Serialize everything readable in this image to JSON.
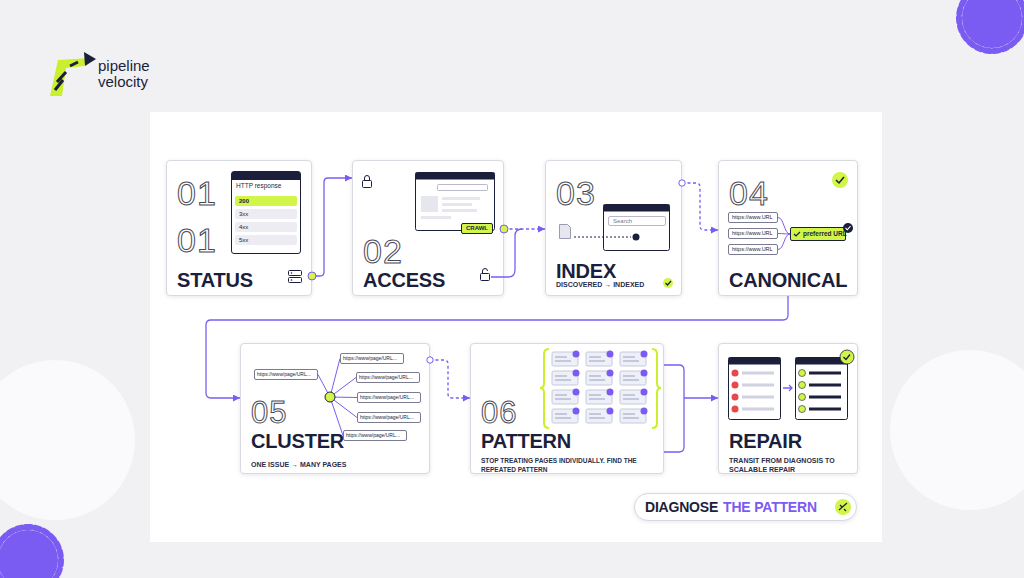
{
  "diagram": {
    "nodes": [
      {
        "text": [
          "01",
          "01",
          "STATUS"
        ]
      },
      {
        "text": [
          "HTTP response",
          "200",
          "3xx",
          "4xx",
          "5xx"
        ],
        "in": 0
      },
      {
        "text": [
          "02",
          "ACCESS"
        ]
      },
      {
        "text": [
          "CRAWL"
        ],
        "in": 2
      },
      {
        "text": [
          "03",
          "INDEX",
          "DISCOVERED → INDEXED"
        ]
      },
      {
        "text": [
          "Search"
        ],
        "in": 4
      },
      {
        "text": [
          "04",
          "CANONICAL"
        ]
      },
      {
        "text": [
          "https://www.URL"
        ],
        "in": 6
      },
      {
        "text": [
          "https://www.URL"
        ],
        "in": 6
      },
      {
        "text": [
          "https://www.URL"
        ],
        "in": 6
      },
      {
        "text": [
          "preferred URL"
        ],
        "in": 6
      },
      {
        "text": [
          "05",
          "CLUSTER",
          "ONE ISSUE → MANY PAGES"
        ]
      },
      {
        "text": [
          "https://www/page/URL..."
        ],
        "in": 11
      },
      {
        "text": [
          "https://www/page/URL..."
        ],
        "in": 11
      },
      {
        "text": [
          "https://www/page/URL..."
        ],
        "in": 11
      },
      {
        "text": [
          "https://www/page/URL..."
        ],
        "in": 11
      },
      {
        "text": [
          "https://www/page/URL..."
        ],
        "in": 11
      },
      {
        "text": [
          "https://www/page/URL..."
        ],
        "in": 11
      },
      {
        "text": [
          "06",
          "PATTERN",
          "STOP TREATING PAGES INDIVIDUALLY. FIND THE REPEATED PATTERN"
        ]
      },
      {
        "text": [
          "REPAIR",
          "TRANSIT FROM DIAGNOSIS TO SCALABLE REPAIR"
        ]
      },
      {
        "text": [
          "DIAGNOSE",
          "THE PATTERN"
        ]
      }
    ],
    "edges": [
      {
        "from": 0,
        "to": 2,
        "arrow": "to"
      },
      {
        "from": 2,
        "to": 4,
        "arrow": "to"
      },
      {
        "from": 4,
        "to": 6,
        "arrow": "to"
      },
      {
        "from": 6,
        "to": 11,
        "arrow": "to"
      },
      {
        "from": 11,
        "to": 18,
        "arrow": "to"
      },
      {
        "from": 18,
        "to": 19,
        "arrow": "to"
      },
      {
        "from": 7,
        "to": 10,
        "arrow": "none"
      },
      {
        "from": 8,
        "to": 10,
        "arrow": "none"
      },
      {
        "from": 9,
        "to": 10,
        "arrow": "none"
      }
    ],
    "labels": [
      "pipeline velocity"
    ]
  }
}
